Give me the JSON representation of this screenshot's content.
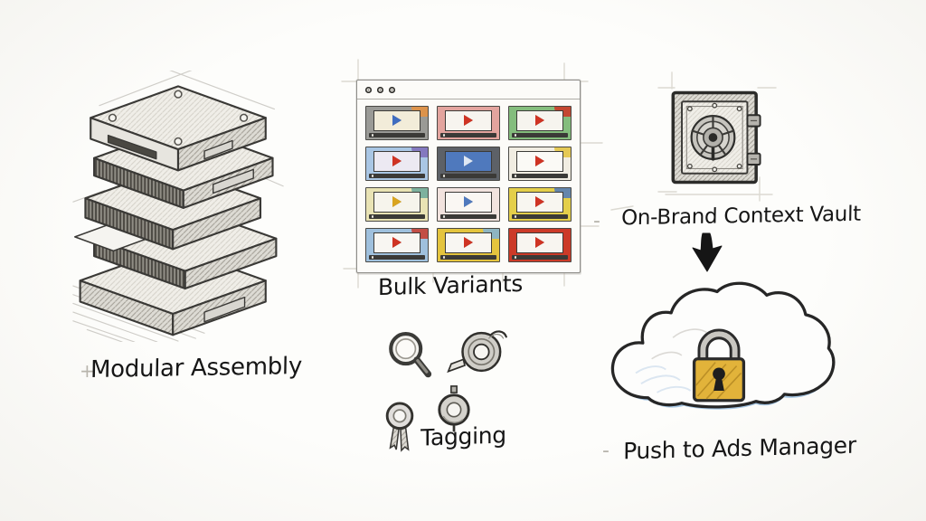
{
  "page": {
    "background_color": "#fbfaf7",
    "pencil_color": "#3a3936",
    "text_color": "#161616",
    "blue_shade_color": "#9fc2e2"
  },
  "modular": {
    "label": "Modular Assembly",
    "marker": "+",
    "tray_count": 5
  },
  "browser": {
    "label": "Bulk Variants",
    "window_dots": 3,
    "thumbnails": [
      {
        "frame": "#9a9a96",
        "screen": "#f2ecd9",
        "play": "#3f6cc0",
        "accent": "#e8923f"
      },
      {
        "frame": "#e3a49e",
        "screen": "#f7f4ef",
        "play": "#cf3323"
      },
      {
        "frame": "#84bd7d",
        "screen": "#f6f4ee",
        "play": "#cf3323",
        "accent": "#cf3323"
      },
      {
        "frame": "#a9c6e4",
        "screen": "#ece9f2",
        "play": "#cf3323",
        "accent": "#7e6bb8"
      },
      {
        "frame": "#5d6167",
        "screen": "#4f79bd",
        "play": "#dfe8f4"
      },
      {
        "frame": "#f1ede2",
        "screen": "#fbfaf6",
        "play": "#cf3323",
        "accent": "#e3c23c"
      },
      {
        "frame": "#e9e3b4",
        "screen": "#f6f4ec",
        "play": "#d9a41f",
        "accent": "#6aa89a"
      },
      {
        "frame": "#f2e3de",
        "screen": "#faf7f3",
        "play": "#4f79bd"
      },
      {
        "frame": "#e4cf4a",
        "screen": "#f8f6f0",
        "play": "#cf3323",
        "accent": "#4f79bd"
      },
      {
        "frame": "#9fc0dd",
        "screen": "#f8f6f2",
        "play": "#cf3323",
        "accent": "#c8392b"
      },
      {
        "frame": "#e4c43e",
        "screen": "#f8f6f2",
        "play": "#cf3323",
        "accent": "#7fb3d8"
      },
      {
        "frame": "#cc3a28",
        "screen": "#f8f5f0",
        "play": "#cf3323"
      }
    ]
  },
  "tagging": {
    "label": "Tagging"
  },
  "vault": {
    "label": "On-Brand Context Vault",
    "marker": "-"
  },
  "push": {
    "label": "Push to Ads Manager",
    "marker": "-",
    "padlock_color": "#e2b33a"
  },
  "icons": {
    "modular_stack": "isometric-tray-stack-sketch",
    "browser_window": "window-with-three-dots",
    "play": "triangle-right",
    "magnifier": "circle-with-handle",
    "tape_roll": "donut-with-tail",
    "badge_tag": "rosette-with-ribbons",
    "round_tag": "grommet-circle",
    "vault": "safe-with-combination-dial",
    "down_arrow": "thick-black-arrow",
    "cloud": "puffy-cloud-outline",
    "padlock": "gold-lock-with-keyhole"
  }
}
